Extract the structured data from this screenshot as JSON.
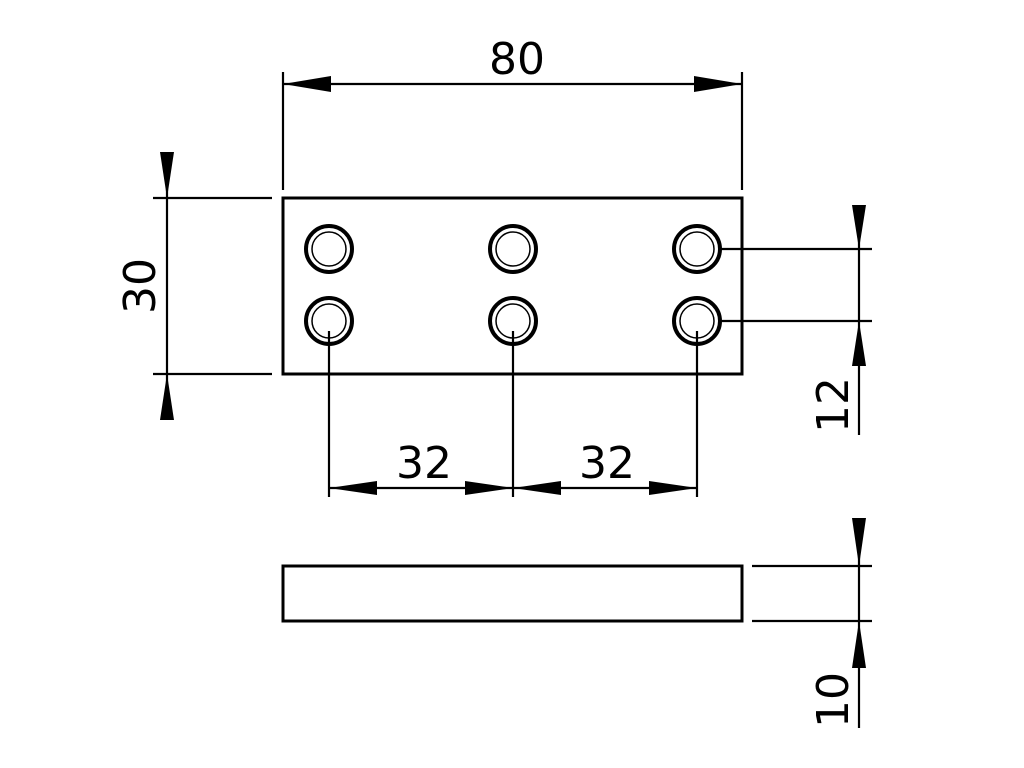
{
  "drawing": {
    "line_color": "#000000",
    "background_color": "#ffffff",
    "dimensions": {
      "plate_length": "80",
      "plate_width": "30",
      "hole_row_spacing": "12",
      "hole_pitch_left": "32",
      "hole_pitch_right": "32",
      "plate_thickness": "10"
    },
    "holes": {
      "count": 6,
      "columns": 3,
      "rows": 2
    }
  }
}
